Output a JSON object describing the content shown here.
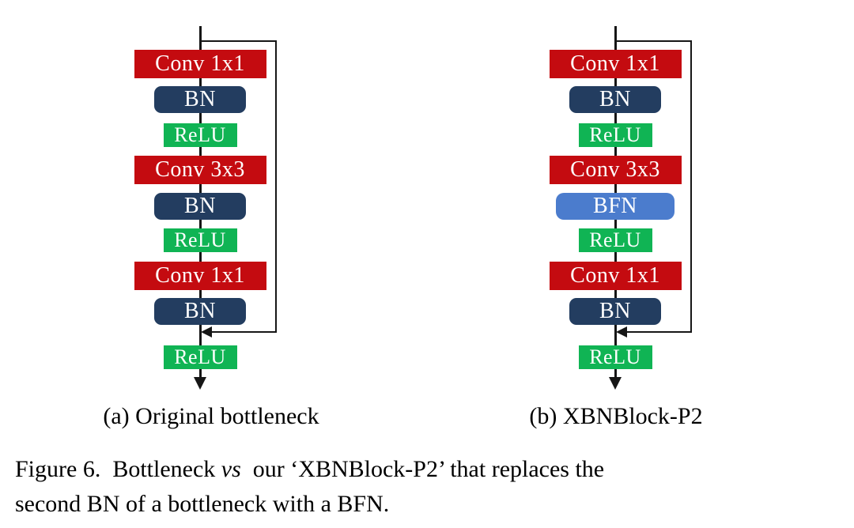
{
  "colors": {
    "conv_red": "#c40b10",
    "bn_navy": "#233d60",
    "relu_green": "#10b454",
    "bfn_blue": "#4b7ccd",
    "line_black": "#161616",
    "block_text": "#ffffff"
  },
  "diagrams": [
    {
      "caption": "(a) Original bottleneck",
      "nodes": [
        {
          "type": "conv",
          "label": "Conv 1x1"
        },
        {
          "type": "bn",
          "label": "BN"
        },
        {
          "type": "relu",
          "label": "ReLU"
        },
        {
          "type": "conv",
          "label": "Conv 3x3"
        },
        {
          "type": "bn",
          "label": "BN"
        },
        {
          "type": "relu",
          "label": "ReLU"
        },
        {
          "type": "conv",
          "label": "Conv 1x1"
        },
        {
          "type": "bn",
          "label": "BN"
        },
        {
          "type": "relu",
          "label": "ReLU"
        }
      ]
    },
    {
      "caption": "(b) XBNBlock-P2",
      "nodes": [
        {
          "type": "conv",
          "label": "Conv 1x1"
        },
        {
          "type": "bn",
          "label": "BN"
        },
        {
          "type": "relu",
          "label": "ReLU"
        },
        {
          "type": "conv",
          "label": "Conv 3x3"
        },
        {
          "type": "bfn",
          "label": "BFN"
        },
        {
          "type": "relu",
          "label": "ReLU"
        },
        {
          "type": "conv",
          "label": "Conv 1x1"
        },
        {
          "type": "bn",
          "label": "BN"
        },
        {
          "type": "relu",
          "label": "ReLU"
        }
      ]
    }
  ],
  "caption": {
    "line1_pre": "Figure 6.  Bottleneck ",
    "line1_italic": "vs",
    "line1_post": "  our ‘XBNBlock-P2’ that replaces the",
    "line2": "second BN of a bottleneck with a BFN."
  }
}
